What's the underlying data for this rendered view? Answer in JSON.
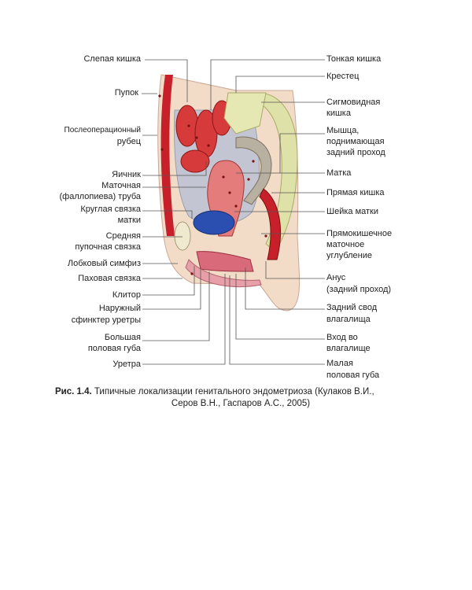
{
  "labels_left": [
    {
      "id": "caecum",
      "text": "Слепая кишка"
    },
    {
      "id": "navel",
      "text": "Пупок"
    },
    {
      "id": "scar1",
      "text": "Послеоперационный"
    },
    {
      "id": "scar2",
      "text": "рубец"
    },
    {
      "id": "ovary",
      "text": "Яичник"
    },
    {
      "id": "tube1",
      "text": "Маточная"
    },
    {
      "id": "tube2",
      "text": "(фаллопиева) труба"
    },
    {
      "id": "round1",
      "text": "Круглая связка"
    },
    {
      "id": "round2",
      "text": "матки"
    },
    {
      "id": "median1",
      "text": "Средняя"
    },
    {
      "id": "median2",
      "text": "пупочная связка"
    },
    {
      "id": "pubic",
      "text": "Лобковый симфиз"
    },
    {
      "id": "inguinal",
      "text": "Паховая связка"
    },
    {
      "id": "clitoris",
      "text": "Клитор"
    },
    {
      "id": "sphincter1",
      "text": "Наружный"
    },
    {
      "id": "sphincter2",
      "text": "сфинктер уретры"
    },
    {
      "id": "labia_maj1",
      "text": "Большая"
    },
    {
      "id": "labia_maj2",
      "text": "половая губа"
    },
    {
      "id": "urethra",
      "text": "Уретра"
    }
  ],
  "labels_right": [
    {
      "id": "small_int",
      "text": "Тонкая кишка"
    },
    {
      "id": "sacrum",
      "text": "Крестец"
    },
    {
      "id": "sigmoid1",
      "text": "Сигмовидная"
    },
    {
      "id": "sigmoid2",
      "text": "кишка"
    },
    {
      "id": "levator1",
      "text": "Мышца,"
    },
    {
      "id": "levator2",
      "text": "поднимающая"
    },
    {
      "id": "levator3",
      "text": "задний проход"
    },
    {
      "id": "uterus",
      "text": "Матка"
    },
    {
      "id": "rectum",
      "text": "Прямая кишка"
    },
    {
      "id": "cervix",
      "text": "Шейка матки"
    },
    {
      "id": "pouch1",
      "text": "Прямокишечное"
    },
    {
      "id": "pouch2",
      "text": "маточное"
    },
    {
      "id": "pouch3",
      "text": "углубление"
    },
    {
      "id": "anus1",
      "text": "Анус"
    },
    {
      "id": "anus2",
      "text": "(задний проход)"
    },
    {
      "id": "fornix1",
      "text": "Задний свод"
    },
    {
      "id": "fornix2",
      "text": "влагалища"
    },
    {
      "id": "vestibule1",
      "text": "Вход во"
    },
    {
      "id": "vestibule2",
      "text": "влагалище"
    },
    {
      "id": "labia_min1",
      "text": "Малая"
    },
    {
      "id": "labia_min2",
      "text": "половая губа"
    }
  ],
  "caption": {
    "prefix": "Рис. 1.4.",
    "line1": " Типичные локализации генитального эндометриоза (Кулаков В.И.,",
    "line2": "Серов В.Н., Гаспаров А.С., 2005)"
  },
  "colors": {
    "skin": "#f2dcc8",
    "muscle": "#c8202a",
    "bone": "#dfe2a8",
    "peritoneum": "#b9bcc8",
    "bladder": "#2a4fb0",
    "endometriosis": "#7a1010"
  }
}
